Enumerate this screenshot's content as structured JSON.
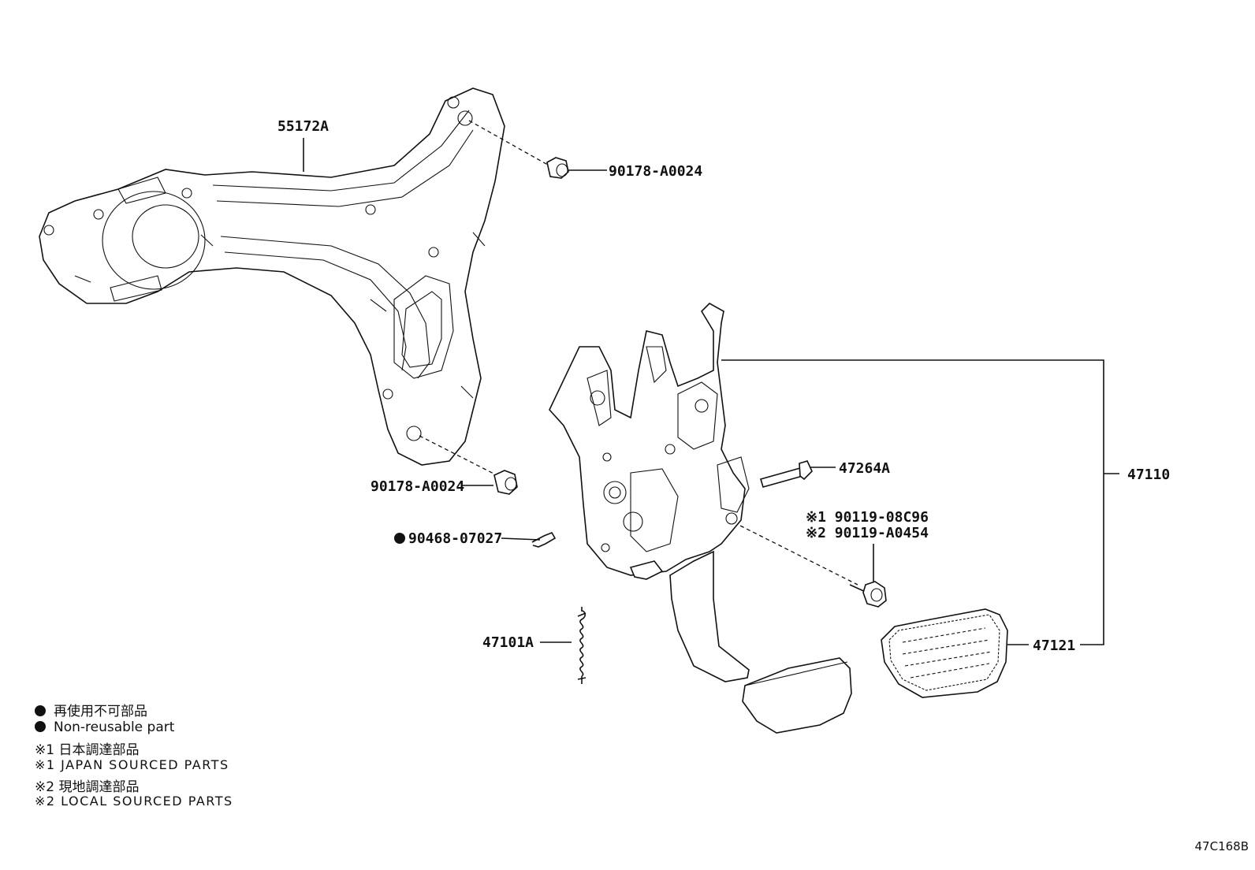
{
  "callouts": {
    "p55172a": "55172A",
    "p90178_top": "90178-A0024",
    "p90178_left": "90178-A0024",
    "p90468": "90468-07027",
    "p47264a": "47264A",
    "p90119_1": "※1 90119-08C96",
    "p90119_2": "※2 90119-A0454",
    "p47110": "47110",
    "p47101a": "47101A",
    "p47121": "47121"
  },
  "legend": {
    "non_reusable_jp": "再使用不可部品",
    "non_reusable_en": "Non-reusable part",
    "japan_jp": "※1 日本調達部品",
    "japan_en": "※1 JAPAN SOURCED PARTS",
    "local_jp": "※2 現地調達部品",
    "local_en": "※2 LOCAL SOURCED PARTS"
  },
  "diagram_code": "47C168B",
  "icons": {
    "non_reusable_marker": "filled-circle-icon"
  }
}
